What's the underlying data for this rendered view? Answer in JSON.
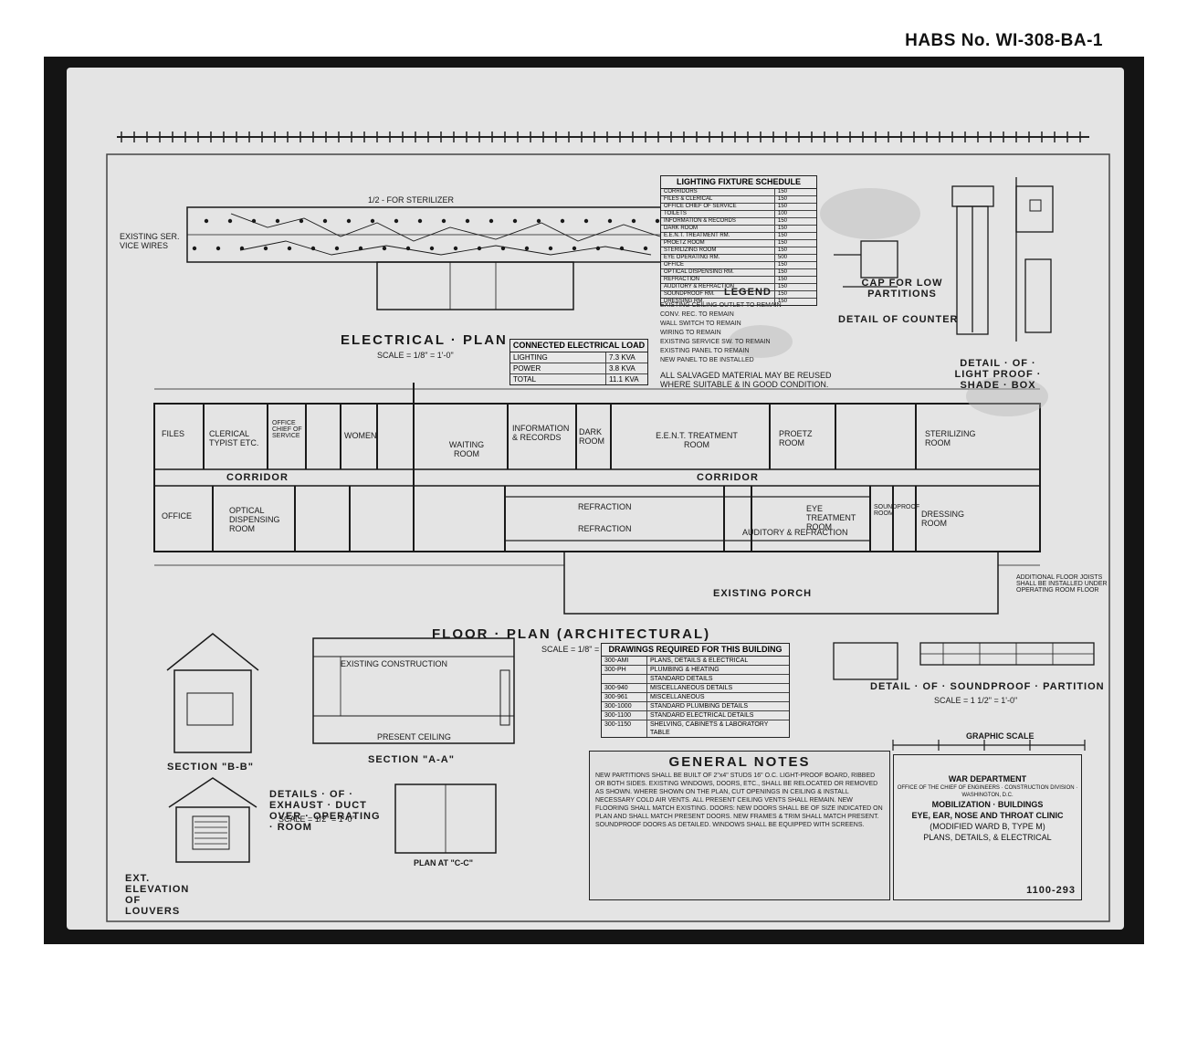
{
  "header": {
    "label": "HABS No. WI-308-BA-1"
  },
  "plans": {
    "electrical_title": "ELECTRICAL · PLAN",
    "electrical_scale": "SCALE = 1/8\" = 1'-0\"",
    "sterilizer_note": "1/2 - FOR STERILIZER",
    "existing_service": "EXISTING SER. VICE WIRES",
    "floor_title": "FLOOR · PLAN (ARCHITECTURAL)",
    "floor_scale": "SCALE = 1/8\" = 1'-0\"",
    "existing_porch": "EXISTING PORCH",
    "corridor": "CORRIDOR",
    "waiting_room": "WAITING ROOM"
  },
  "rooms": [
    {
      "label": "FILES"
    },
    {
      "label": "CLERICAL TYPIST ETC."
    },
    {
      "label": "OFFICE CHIEF OF SERVICE"
    },
    {
      "label": "WOMEN"
    },
    {
      "label": "INFORMATION & RECORDS"
    },
    {
      "label": "DARK ROOM"
    },
    {
      "label": "E.E.N.T. TREATMENT ROOM"
    },
    {
      "label": "PROETZ ROOM"
    },
    {
      "label": "STERILIZING ROOM"
    },
    {
      "label": "OFFICE"
    },
    {
      "label": "OPTICAL DISPENSING ROOM"
    },
    {
      "label": "REFRACTION"
    },
    {
      "label": "EYE TREATMENT ROOM"
    },
    {
      "label": "AUDITORY & REFRACTION"
    },
    {
      "label": "SOUNDPROOF ROOM"
    },
    {
      "label": "DRESSING ROOM"
    }
  ],
  "connected_load": {
    "title": "CONNECTED ELECTRICAL LOAD",
    "rows": [
      {
        "item": "LIGHTING",
        "value": "7.3 KVA"
      },
      {
        "item": "POWER",
        "value": "3.8 KVA"
      },
      {
        "item": "TOTAL",
        "value": "11.1 KVA"
      }
    ]
  },
  "fixture_schedule": {
    "title": "LIGHTING FIXTURE SCHEDULE",
    "rows": [
      {
        "room": "CORRIDORS",
        "watts": "150"
      },
      {
        "room": "FILES & CLERICAL",
        "watts": "150"
      },
      {
        "room": "OFFICE CHIEF OF SERVICE",
        "watts": "150"
      },
      {
        "room": "TOILETS",
        "watts": "100"
      },
      {
        "room": "INFORMATION & RECORDS",
        "watts": "150"
      },
      {
        "room": "DARK ROOM",
        "watts": "150"
      },
      {
        "room": "E.E.N.T. TREATMENT RM.",
        "watts": "150"
      },
      {
        "room": "PROETZ ROOM",
        "watts": "150"
      },
      {
        "room": "STERILIZING ROOM",
        "watts": "150"
      },
      {
        "room": "EYE OPERATING RM.",
        "watts": "500"
      },
      {
        "room": "OFFICE",
        "watts": "150"
      },
      {
        "room": "OPTICAL DISPENSING RM.",
        "watts": "150"
      },
      {
        "room": "REFRACTION",
        "watts": "150"
      },
      {
        "room": "AUDITORY & REFRACTION",
        "watts": "150"
      },
      {
        "room": "SOUNDPROOF RM.",
        "watts": "150"
      },
      {
        "room": "DRESSING RM.",
        "watts": "150"
      }
    ]
  },
  "legend": {
    "title": "LEGEND",
    "items": [
      "EXISTING CEILING OUTLET TO REMAIN",
      "CONV. REC. TO REMAIN",
      "WALL SWITCH TO REMAIN",
      "WIRING TO REMAIN",
      "EXISTING SERVICE SW. TO REMAIN",
      "EXISTING PANEL TO REMAIN",
      "NEW PANEL TO BE INSTALLED"
    ],
    "footnote": "ALL SALVAGED MATERIAL MAY BE REUSED WHERE SUITABLE & IN GOOD CONDITION."
  },
  "details": {
    "cap_for_low_partitions": "CAP FOR LOW PARTITIONS",
    "detail_of_counter": "DETAIL OF COUNTER",
    "detail_of_light_proof_shade_box": "DETAIL · OF · LIGHT PROOF · SHADE · BOX",
    "detail_of_soundproof_partition": "DETAIL · OF · SOUNDPROOF · PARTITION",
    "soundproof_scale": "SCALE = 1 1/2\" = 1'-0\"",
    "section_bb": "SECTION \"B-B\"",
    "section_aa": "SECTION \"A-A\"",
    "plan_cc": "PLAN AT \"C-C\"",
    "exhaust_duct": "DETAILS · OF · EXHAUST · DUCT OVER · OPERATING · ROOM",
    "exhaust_scale": "SCALE = 1/2\" = 1'-0\"",
    "ext_elevation": "EXT. ELEVATION OF LOUVERS",
    "existing_construction": "EXISTING CONSTRUCTION",
    "present_ceiling": "PRESENT CEILING",
    "graphic_scale": "GRAPHIC SCALE",
    "additional_floor_joists": "ADDITIONAL FLOOR JOISTS SHALL BE INSTALLED UNDER OPERATING ROOM FLOOR"
  },
  "drawings_required": {
    "title": "DRAWINGS REQUIRED FOR THIS BUILDING",
    "rows": [
      {
        "no": "300-AMI",
        "title": "PLANS, DETAILS & ELECTRICAL"
      },
      {
        "no": "300-PH",
        "title": "PLUMBING & HEATING"
      },
      {
        "no": "",
        "title": "STANDARD DETAILS"
      },
      {
        "no": "300-940",
        "title": "MISCELLANEOUS DETAILS"
      },
      {
        "no": "300-961",
        "title": "MISCELLANEOUS"
      },
      {
        "no": "300-1000",
        "title": "STANDARD PLUMBING DETAILS"
      },
      {
        "no": "300-1100",
        "title": "STANDARD ELECTRICAL DETAILS"
      },
      {
        "no": "300-1150",
        "title": "SHELVING, CABINETS & LABORATORY TABLE"
      }
    ]
  },
  "general_notes": {
    "title": "GENERAL NOTES",
    "body": "NEW PARTITIONS SHALL BE BUILT OF 2\"x4\" STUDS 16\" O.C. LIGHT-PROOF BOARD, RIBBED OR BOTH SIDES. EXISTING WINDOWS, DOORS, ETC., SHALL BE RELOCATED OR REMOVED AS SHOWN. WHERE SHOWN ON THE PLAN, CUT OPENINGS IN CEILING & INSTALL NECESSARY COLD AIR VENTS. ALL PRESENT CEILING VENTS SHALL REMAIN. NEW FLOORING SHALL MATCH EXISTING. DOORS: NEW DOORS SHALL BE OF SIZE INDICATED ON PLAN AND SHALL MATCH PRESENT DOORS. NEW FRAMES & TRIM SHALL MATCH PRESENT. SOUNDPROOF DOORS AS DETAILED. WINDOWS SHALL BE EQUIPPED WITH SCREENS."
  },
  "title_block": {
    "department": "WAR DEPARTMENT",
    "office": "OFFICE OF THE CHIEF OF ENGINEERS · CONSTRUCTION DIVISION · WASHINGTON, D.C.",
    "project_line1": "MOBILIZATION · BUILDINGS",
    "project_line2": "EYE, EAR, NOSE AND THROAT CLINIC",
    "project_line3": "(MODIFIED WARD B, TYPE M)",
    "project_line4": "PLANS, DETAILS, & ELECTRICAL",
    "drawing_number": "1100-293"
  }
}
